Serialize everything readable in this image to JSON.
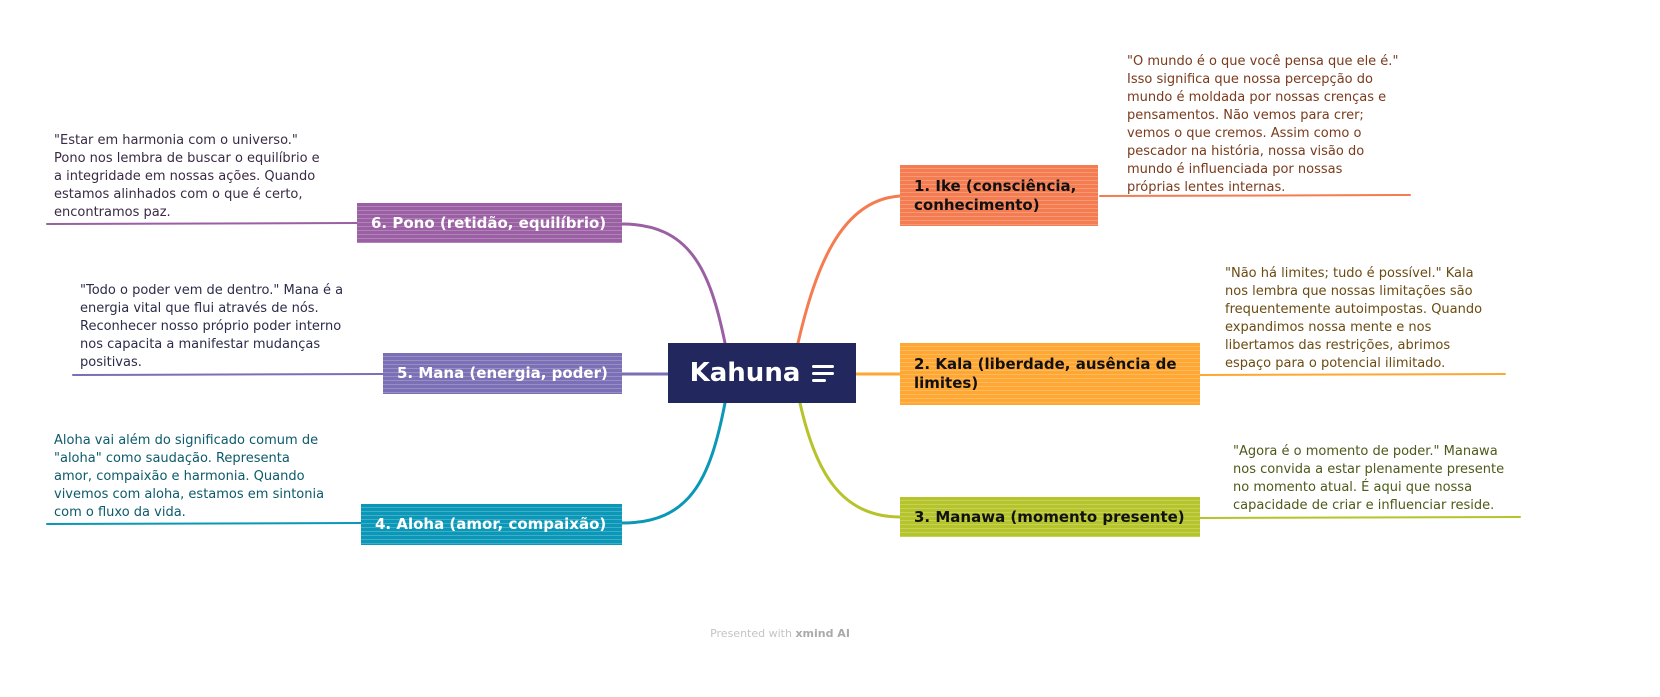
{
  "center": {
    "title": "Kahuna",
    "icon": "menu-lines-icon"
  },
  "branches": [
    {
      "label": "1. Ike (consciência, conhecimento)",
      "color": "#f47c50",
      "note_color": "#7a3a1c",
      "note": "\"O mundo é o que você pensa que ele é.\"\nIsso significa que nossa percepção do\nmundo é moldada por nossas crenças e\npensamentos. Não vemos para crer;\nvemos o que cremos. Assim como o\npescador na história, nossa visão do\nmundo é influenciada por nossas\npróprias lentes internas."
    },
    {
      "label": "2. Kala (liberdade, ausência de limites)",
      "color": "#ffa733",
      "note_color": "#6b4b12",
      "note": "\"Não há limites; tudo é possível.\" Kala\nnos lembra que nossas limitações são\nfrequentemente autoimpostas. Quando\nexpandimos nossa mente e nos\nlibertamos das restrições, abrimos\nespaço para o potencial ilimitado."
    },
    {
      "label": "3. Manawa (momento presente)",
      "color": "#b5c42a",
      "note_color": "#4d5a1a",
      "note": "\"Agora é o momento de poder.\" Manawa\nnos convida a estar plenamente presente\nno momento atual. É aqui que nossa\ncapacidade de criar e influenciar reside."
    },
    {
      "label": "4. Aloha (amor, compaixão)",
      "color": "#0b97b7",
      "note_color": "#0c5a6b",
      "note": "Aloha vai além do significado comum de\n\"aloha\" como saudação. Representa\namor, compaixão e harmonia. Quando\nvivemos com aloha, estamos em sintonia\ncom o fluxo da vida."
    },
    {
      "label": "5. Mana (energia, poder)",
      "color": "#7b6fb5",
      "note_color": "#2c2c4a",
      "note": "\"Todo o poder vem de dentro.\" Mana é a\nenergia vital que flui através de nós.\nReconhecer nosso próprio poder interno\nnos capacita a manifestar mudanças\npositivas."
    },
    {
      "label": "6. Pono (retidão, equilíbrio)",
      "color": "#9b5fa3",
      "note_color": "#3a2a45",
      "note": "\"Estar em harmonia com o universo.\"\nPono nos lembra de buscar o equilíbrio e\na integridade em nossas ações. Quando\nestamos alinhados com o que é certo,\nencontramos paz."
    }
  ],
  "footer": {
    "prefix": "Presented with",
    "brand": "xmind AI"
  }
}
